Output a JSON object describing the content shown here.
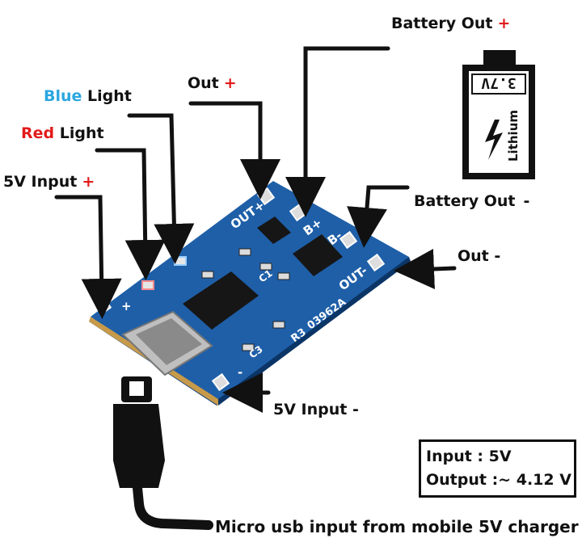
{
  "colors": {
    "plus": "#e21b1b",
    "blue_word": "#2aa6e0",
    "red_word": "#e21b1b",
    "board": "#1f5fa8",
    "ink": "#111111"
  },
  "labels": {
    "battery_out_plus": {
      "text": "Battery Out",
      "sign": "+"
    },
    "blue_light": {
      "colored": "Blue",
      "rest": "Light"
    },
    "out_plus": {
      "text": "Out",
      "sign": "+"
    },
    "red_light": {
      "colored": "Red",
      "rest": "Light"
    },
    "input_plus": {
      "text": "5V Input",
      "sign": "+"
    },
    "battery_out_minus": {
      "text": "Battery Out",
      "sign": "-"
    },
    "out_minus": {
      "text": "Out -"
    },
    "input_minus": {
      "text": "5V Input -"
    },
    "micro_usb": {
      "text": "Micro usb input from mobile 5V charger"
    }
  },
  "spec": {
    "input": "Input : 5V",
    "output": "Output :~ 4.12 V"
  },
  "battery": {
    "voltage": "3.7V",
    "chemistry": "Lithium",
    "icon": "lightning-bolt-icon"
  },
  "board": {
    "silk": {
      "out_plus": "OUT+",
      "b_plus": "B+",
      "b_minus": "B-",
      "out_minus": "OUT-",
      "plus": "+",
      "minus": "-",
      "r3": "R3",
      "c3": "C3",
      "c1": "C1",
      "code": "03962A"
    }
  },
  "connector": {
    "icon": "micro-usb-plug-icon"
  }
}
